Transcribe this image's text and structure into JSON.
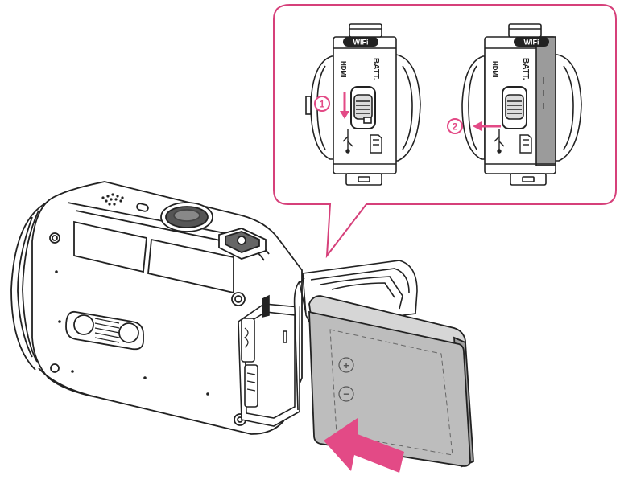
{
  "callout": {
    "frame_color": "#d6407a",
    "step1": {
      "number": "1"
    },
    "step2": {
      "number": "2"
    }
  },
  "door_labels": {
    "wifi": "WIFi",
    "batt": "BATT.",
    "hdmi": "HDMI"
  },
  "battery": {
    "plus_symbol": "+",
    "minus_symbol": "−"
  },
  "colors": {
    "accent": "#e34a86",
    "battery_fill": "#bdbdbd",
    "battery_top": "#d6d6d6",
    "outline": "#222222"
  },
  "icons": {
    "insert_direction": "insert-arrow-icon",
    "slide_down": "slide-down-arrow-icon",
    "slide_left": "slide-left-arrow-icon"
  }
}
